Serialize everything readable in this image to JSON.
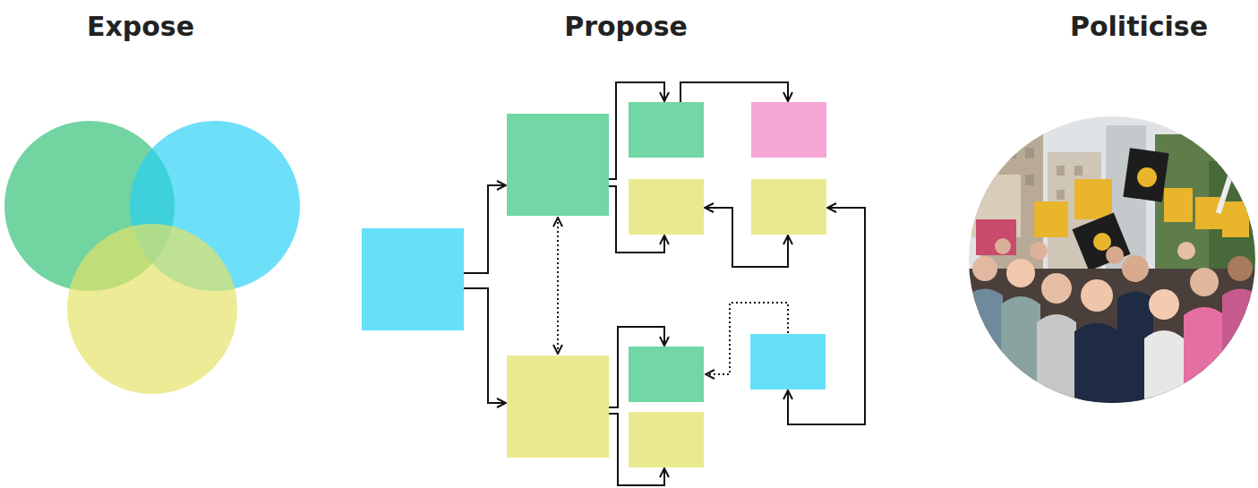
{
  "diagram": {
    "labels": [
      "Expose",
      "Propose",
      "Politicise"
    ]
  }
}
